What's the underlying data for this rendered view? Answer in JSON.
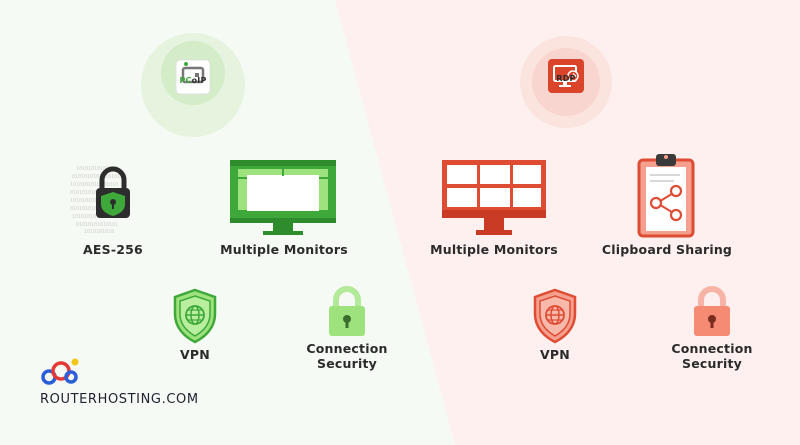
{
  "left": {
    "protocol_logo_text_p": "PC",
    "protocol_logo_text_rest": "oIP",
    "features": {
      "aes": "AES-256",
      "monitors": "Multiple Monitors",
      "vpn": "VPN",
      "connection_line1": "Connection",
      "connection_line2": "Security"
    }
  },
  "right": {
    "protocol_logo_text": "RDP",
    "features": {
      "monitors": "Multiple Monitors",
      "clipboard": "Clipboard Sharing",
      "vpn": "VPN",
      "connection_line1": "Connection",
      "connection_line2": "Security"
    }
  },
  "brand": {
    "name": "ROUTERHOSTING.COM"
  },
  "colors": {
    "left_bg": "#f6faf4",
    "right_bg": "#fdf0ee",
    "green": "#3fa83a",
    "green_light": "#9ee27d",
    "red": "#df4c34",
    "red_light": "#f5a08f",
    "text": "#2b2b2b"
  },
  "icons": [
    "pcoip-logo-icon",
    "rdp-logo-icon",
    "padlock-icon",
    "monitor-icon",
    "shield-globe-icon",
    "clipboard-share-icon",
    "cloud-logo-icon"
  ]
}
